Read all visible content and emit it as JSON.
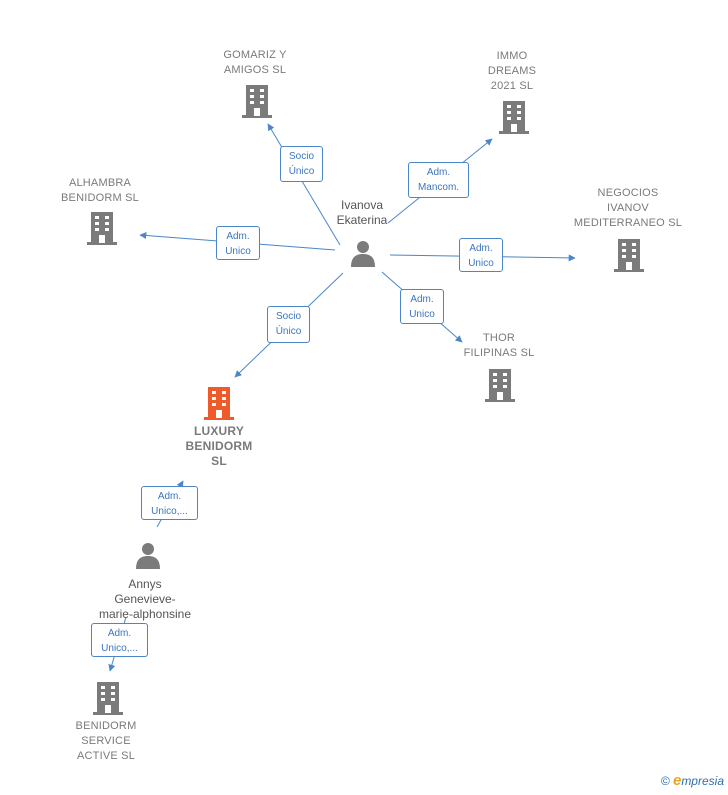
{
  "colors": {
    "edge": "#4a86c8",
    "company_icon": "#7b7b7b",
    "main_company_icon": "#ef5a2a",
    "person_icon": "#7b7b7b"
  },
  "people": {
    "ivanova": "Ivanova\nEkaterina",
    "annys": "Annys\nGenevieve-\nmarie-alphonsine"
  },
  "companies": {
    "gomariz": "GOMARIZ Y\nAMIGOS  SL",
    "immo": "IMMO\nDREAMS\n2021  SL",
    "alhambra": "ALHAMBRA\nBENIDORM  SL",
    "negocios": "NEGOCIOS\nIVANOV\nMEDITERRANEO SL",
    "thor": "THOR\nFILIPINAS  SL",
    "luxury": "LUXURY\nBENIDORM\nSL",
    "benidorm_service": "BENIDORM\nSERVICE\nACTIVE SL"
  },
  "edges": {
    "to_gomariz": "Socio\nÚnico",
    "to_immo": "Adm.\nMancom.",
    "to_alhambra": "Adm.\nUnico",
    "to_negocios": "Adm.\nUnico",
    "to_thor": "Adm.\nUnico",
    "to_luxury": "Socio\nÚnico",
    "annys_to_luxury": "Adm.\nUnico,...",
    "annys_to_benidorm": "Adm.\nUnico,..."
  },
  "watermark": {
    "symbol": "©",
    "brand_initial": "e",
    "brand_rest": "mpresia"
  }
}
